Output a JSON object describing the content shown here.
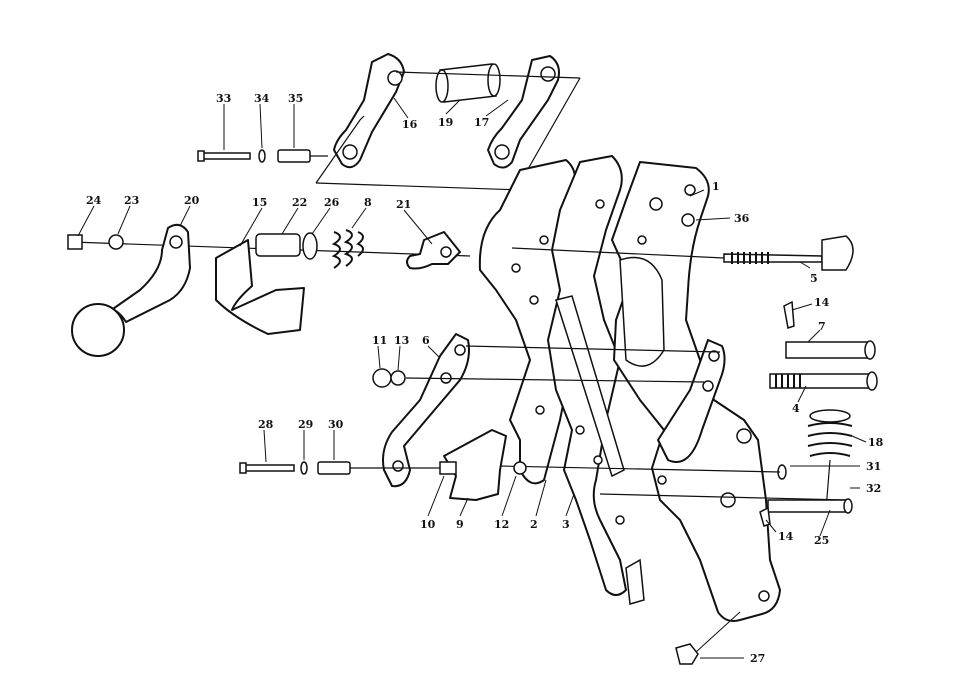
{
  "callouts": [
    {
      "id": "1",
      "text": "1"
    },
    {
      "id": "2",
      "text": "2"
    },
    {
      "id": "3",
      "text": "3"
    },
    {
      "id": "4",
      "text": "4"
    },
    {
      "id": "5",
      "text": "5"
    },
    {
      "id": "6",
      "text": "6"
    },
    {
      "id": "7",
      "text": "7"
    },
    {
      "id": "8",
      "text": "8"
    },
    {
      "id": "9",
      "text": "9"
    },
    {
      "id": "10",
      "text": "10"
    },
    {
      "id": "11",
      "text": "11"
    },
    {
      "id": "12",
      "text": "12"
    },
    {
      "id": "13",
      "text": "13"
    },
    {
      "id": "14a",
      "text": "14"
    },
    {
      "id": "14b",
      "text": "14"
    },
    {
      "id": "15",
      "text": "15"
    },
    {
      "id": "16",
      "text": "16"
    },
    {
      "id": "17",
      "text": "17"
    },
    {
      "id": "18",
      "text": "18"
    },
    {
      "id": "19",
      "text": "19"
    },
    {
      "id": "20",
      "text": "20"
    },
    {
      "id": "21",
      "text": "21"
    },
    {
      "id": "22",
      "text": "22"
    },
    {
      "id": "23",
      "text": "23"
    },
    {
      "id": "24",
      "text": "24"
    },
    {
      "id": "25",
      "text": "25"
    },
    {
      "id": "26",
      "text": "26"
    },
    {
      "id": "27",
      "text": "27"
    },
    {
      "id": "28",
      "text": "28"
    },
    {
      "id": "29",
      "text": "29"
    },
    {
      "id": "30",
      "text": "30"
    },
    {
      "id": "31",
      "text": "31"
    },
    {
      "id": "32",
      "text": "32"
    },
    {
      "id": "33",
      "text": "33"
    },
    {
      "id": "34",
      "text": "34"
    },
    {
      "id": "35",
      "text": "35"
    },
    {
      "id": "36",
      "text": "36"
    }
  ]
}
